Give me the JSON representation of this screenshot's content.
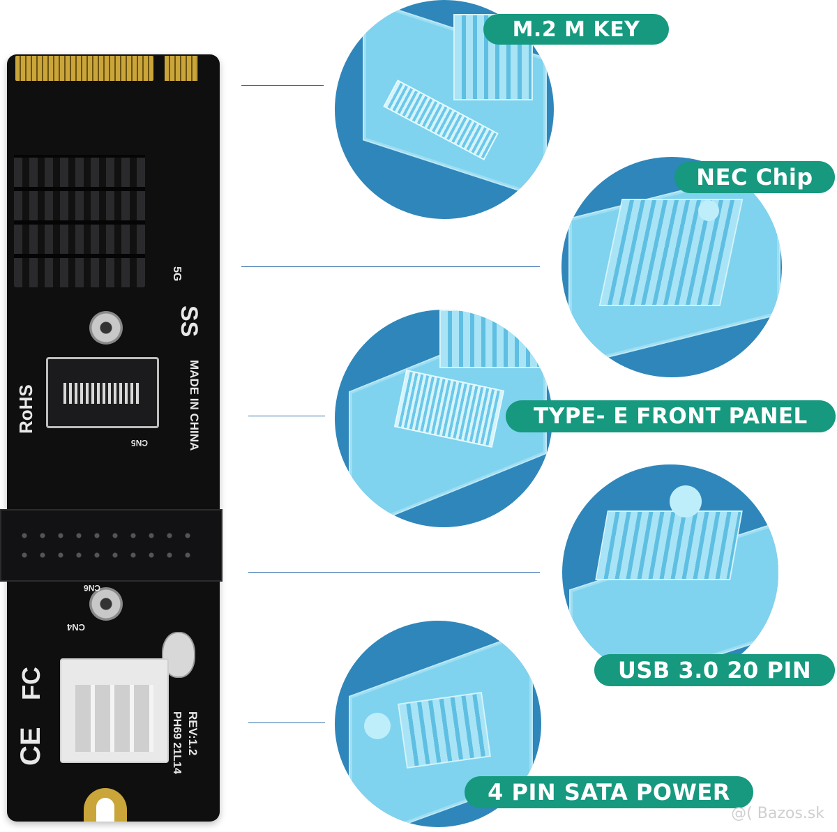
{
  "board": {
    "silkscreen": {
      "rohs": "RoHS",
      "made_in": "MADE IN CHINA",
      "ss_logo": "SS",
      "speed": "5G",
      "rev": "REV:1.2",
      "batch": "PH69  21L14",
      "cn5": "CN5",
      "cn6": "CN6",
      "cn4": "CN4",
      "fc": "FC",
      "ce": "CE"
    }
  },
  "callouts": [
    {
      "label": "M.2 M KEY"
    },
    {
      "label": "NEC Chip"
    },
    {
      "label": "TYPE- E FRONT PANEL"
    },
    {
      "label": "USB 3.0    20 PIN"
    },
    {
      "label": "4 PIN SATA POWER"
    }
  ],
  "colors": {
    "pill": "#16997f",
    "bubble": "#2f86ba",
    "highlight": "#7fd3ee",
    "board": "#0f0f10"
  },
  "watermark": "@( Bazos.sk"
}
